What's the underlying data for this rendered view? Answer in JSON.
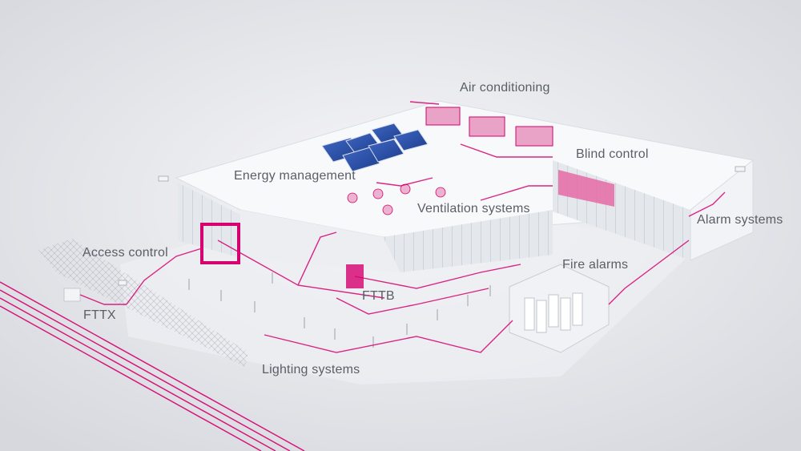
{
  "labels": {
    "air_conditioning": "Air conditioning",
    "energy_management": "Energy management",
    "blind_control": "Blind control",
    "ventilation_systems": "Ventilation systems",
    "alarm_systems": "Alarm systems",
    "access_control": "Access control",
    "fire_alarms": "Fire alarms",
    "fttb": "FTTB",
    "fttx": "FTTX",
    "lighting_systems": "Lighting systems"
  },
  "colors": {
    "accent": "#d6006f",
    "background": "#e9eaee",
    "building": "#f7f8fa",
    "glass": "#dfe2e8",
    "solar": "#2c4f9e",
    "text": "#5b5e66"
  },
  "icons": [
    "solar-panel-icon",
    "air-conditioning-unit-icon",
    "ventilation-fan-icon",
    "security-camera-icon",
    "lamp-icon",
    "server-rack-icon"
  ]
}
